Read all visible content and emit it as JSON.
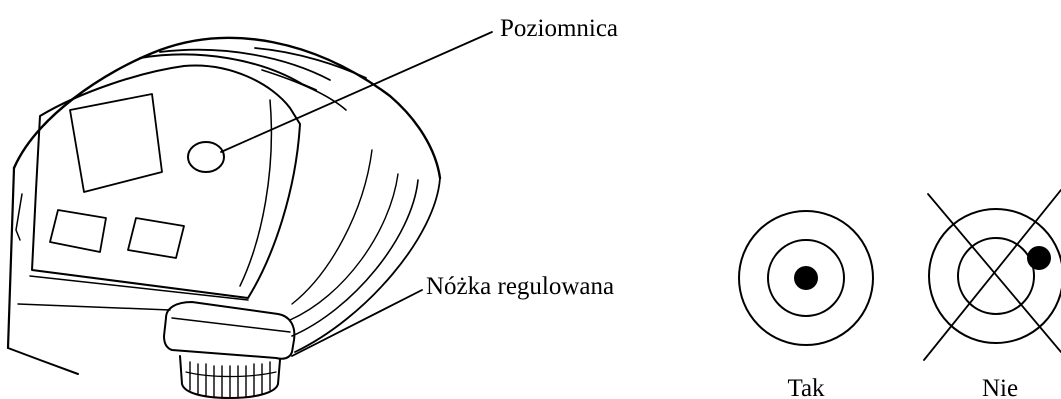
{
  "labels": {
    "level": "Poziomnica",
    "adjustable_foot": "Nóżka regulowana",
    "correct": "Tak",
    "incorrect": "Nie"
  }
}
